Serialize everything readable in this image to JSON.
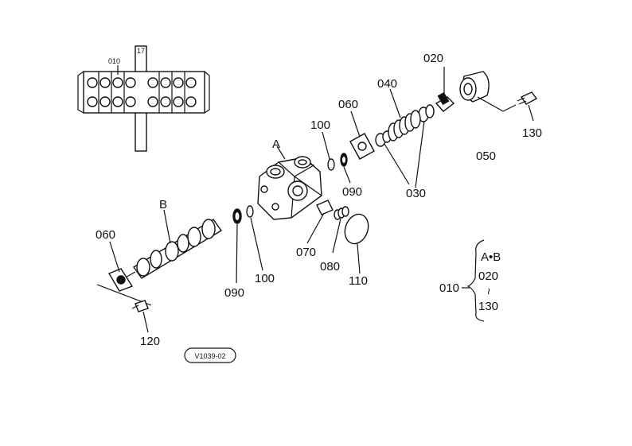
{
  "diagram": {
    "reference_code": "V1039-02",
    "callouts": {
      "inset_010": "010",
      "inset_17": "17",
      "a": "A",
      "b": "B",
      "p020": "020",
      "p040": "040",
      "p060_top": "060",
      "p100_top": "100",
      "p090_top": "090",
      "p030": "030",
      "p050": "050",
      "p130": "130",
      "p060_left": "060",
      "p090_bottom": "090",
      "p100_bottom": "100",
      "p070": "070",
      "p080": "080",
      "p110": "110",
      "p120": "120"
    },
    "legend": {
      "assembly": "010",
      "line1": "A•B",
      "line2": "020",
      "line3": "130",
      "tilde": "~"
    }
  }
}
